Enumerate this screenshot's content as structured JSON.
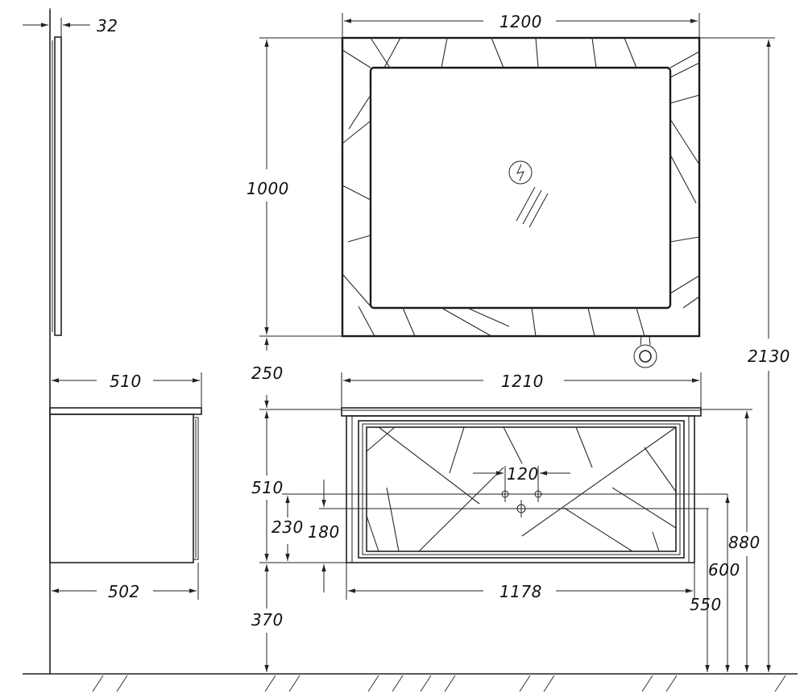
{
  "dimensions": {
    "mirror_depth": "32",
    "mirror_width": "1200",
    "mirror_height": "1000",
    "total_height": "2130",
    "gap_mirror_to_cabinet": "250",
    "top_depth": "510",
    "top_width": "1210",
    "cabinet_height": "510",
    "tap_spacing": "120",
    "inlet_230": "230",
    "inlet_180": "180",
    "height_880": "880",
    "height_600": "600",
    "height_550": "550",
    "cabinet_depth": "502",
    "cabinet_width": "1178",
    "floor_clearance": "370"
  },
  "colors": {
    "line": "#222222",
    "background": "#ffffff"
  }
}
